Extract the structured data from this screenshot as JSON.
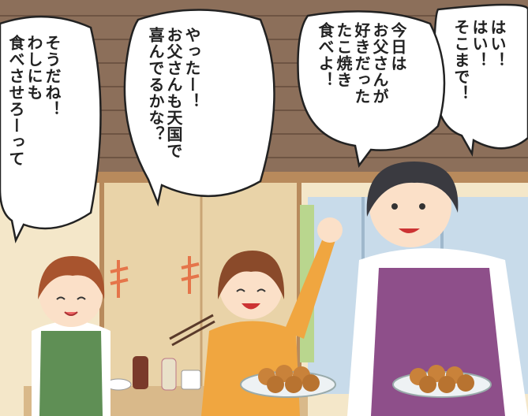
{
  "bubbles": [
    {
      "id": "mother_1",
      "lines": "はい！\nはい！\nそこまで！"
    },
    {
      "id": "mother_2",
      "lines": "今日は\nお父さんが\n好きだった\nたこ焼き\n食べよ！"
    },
    {
      "id": "daughter",
      "lines": "やったー！\nお父さんも天国で\n喜んでるかな？"
    },
    {
      "id": "sister",
      "lines": "そうだね！\nわしにも\n食べさせろーって"
    }
  ],
  "colors": {
    "wall": "#f4e7c9",
    "ceiling": "#8c6f5a",
    "apron_mother": "#8e4f8a",
    "apron_sister": "#5f8f55",
    "shirt_daughter": "#f0a640",
    "takoyaki": "#c9823a"
  }
}
